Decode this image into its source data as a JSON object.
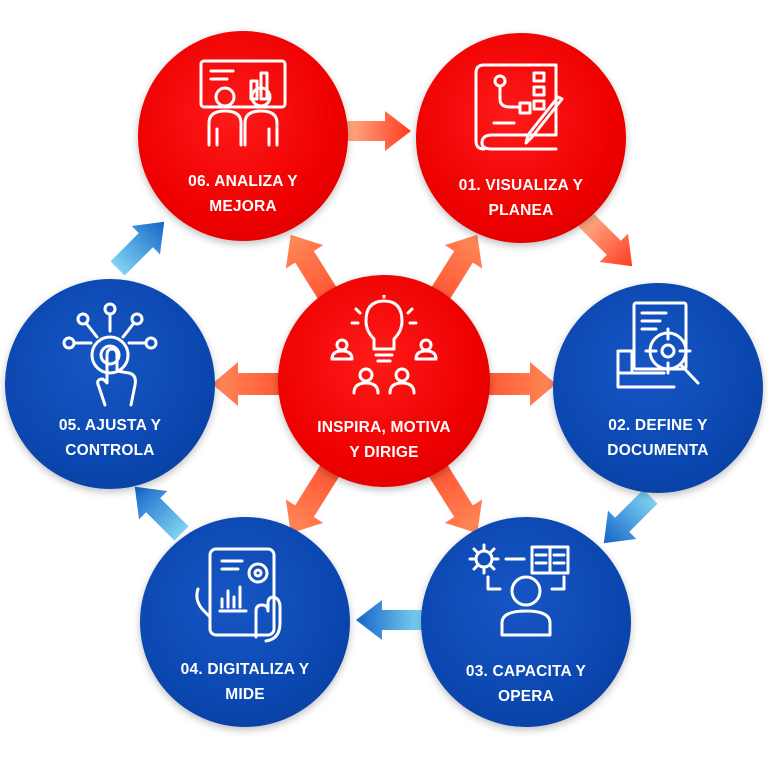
{
  "center": {
    "line1": "INSPIRA, MOTIVA",
    "line2": "Y DIRIGE",
    "icon": "lightbulb-team-icon"
  },
  "steps": [
    {
      "id": "06",
      "line1": "06. ANALIZA Y",
      "line2": "MEJORA",
      "icon": "presentation-team-icon",
      "color": "red"
    },
    {
      "id": "01",
      "line1": "01. VISUALIZA Y",
      "line2": "PLANEA",
      "icon": "blueprint-plan-icon",
      "color": "red"
    },
    {
      "id": "02",
      "line1": "02. DEFINE Y",
      "line2": "DOCUMENTA",
      "icon": "document-search-icon",
      "color": "blue"
    },
    {
      "id": "03",
      "line1": "03. CAPACITA Y",
      "line2": "OPERA",
      "icon": "person-training-icon",
      "color": "blue"
    },
    {
      "id": "04",
      "line1": "04. DIGITALIZA Y",
      "line2": "MIDE",
      "icon": "tablet-analytics-icon",
      "color": "blue"
    },
    {
      "id": "05",
      "line1": "05. AJUSTA Y",
      "line2": "CONTROLA",
      "icon": "touch-network-icon",
      "color": "blue"
    }
  ],
  "colors": {
    "red": "#ee0000",
    "blue": "#0b47b0",
    "arrow_orange": "#ff6a3d",
    "arrow_blue": "#1a7ed6"
  }
}
